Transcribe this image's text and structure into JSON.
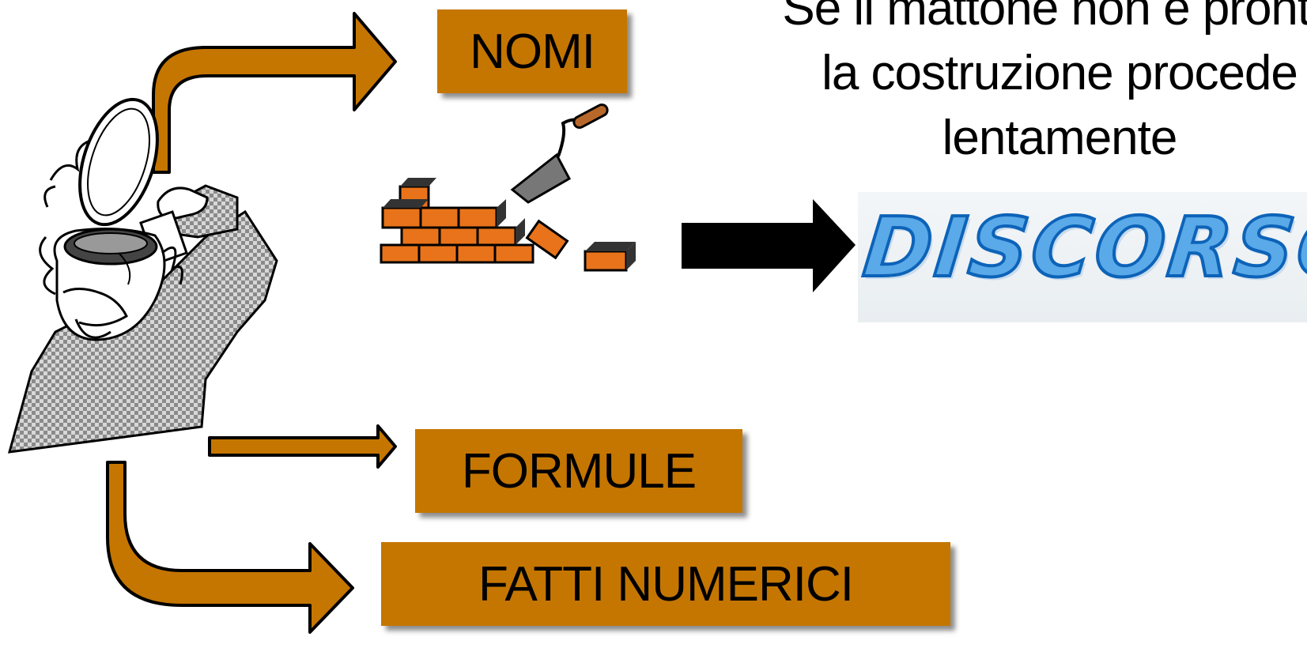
{
  "labels": {
    "nomi": "NOMI",
    "formule": "FORMULE",
    "fatti_numerici": "FATTI NUMERICI"
  },
  "caption": {
    "line1": "Se il mattone non è pronto",
    "line2": "la costruzione procede",
    "line3": "lentamente"
  },
  "wordart": {
    "text": "DISCORSO"
  },
  "colors": {
    "label_fill": "#C57600",
    "arrow_fill": "#C57600",
    "brick": "#E8731A",
    "wordart_fill": "#5aa9e8",
    "wordart_stroke": "#0d63b8"
  },
  "icons": {
    "person": "person-opening-head-icon",
    "bricks": "brick-wall-with-trowel-icon",
    "arrow": "black-arrow-icon"
  }
}
